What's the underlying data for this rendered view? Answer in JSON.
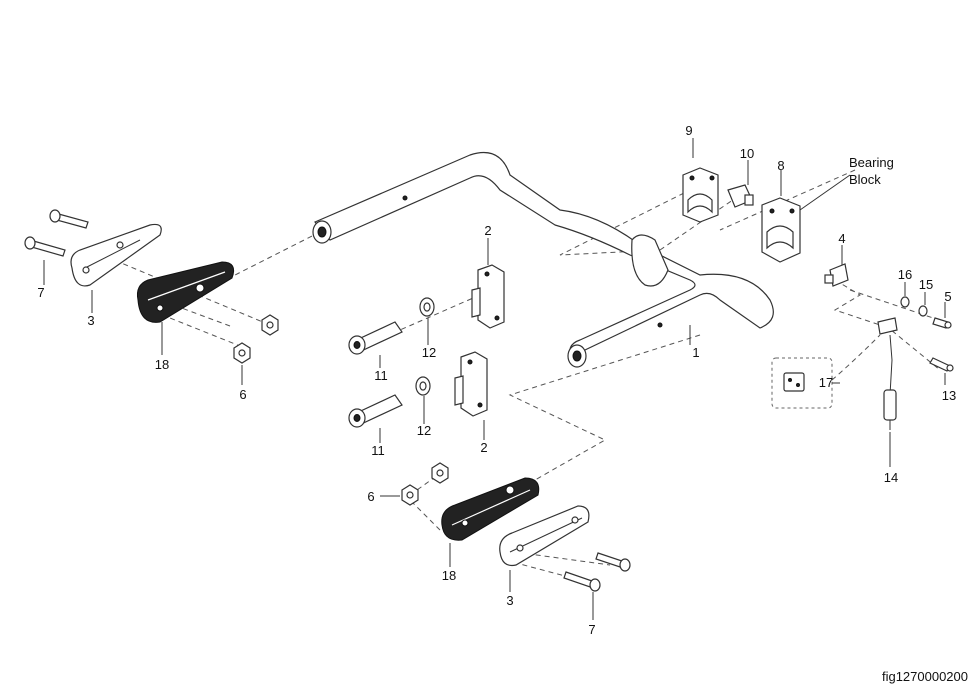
{
  "callouts": {
    "c1": "1",
    "c2a": "2",
    "c2b": "2",
    "c3a": "3",
    "c3b": "3",
    "c4": "4",
    "c5": "5",
    "c6a": "6",
    "c6b": "6",
    "c7a": "7",
    "c7b": "7",
    "c8": "8",
    "c9": "9",
    "c10": "10",
    "c11a": "11",
    "c11b": "11",
    "c12a": "12",
    "c12b": "12",
    "c13": "13",
    "c14": "14",
    "c15": "15",
    "c16": "16",
    "c17": "17",
    "c18a": "18",
    "c18b": "18"
  },
  "labels": {
    "bearing_line1": "Bearing",
    "bearing_line2": "Block"
  },
  "figure_id": "fig1270000200"
}
